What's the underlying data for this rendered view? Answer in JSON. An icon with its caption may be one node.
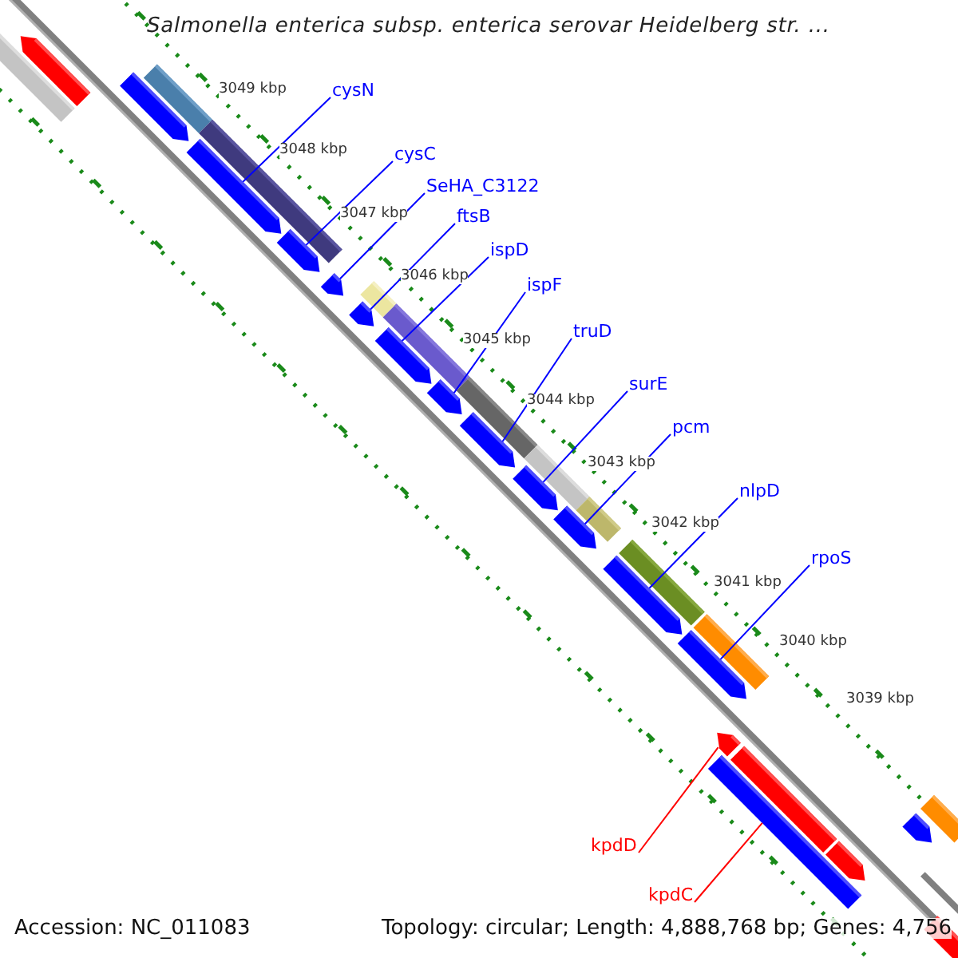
{
  "diagram": {
    "title": "Salmonella enterica subsp. enterica serovar Heidelberg str. ...",
    "nodes": [
      {
        "text": [
          "cysN"
        ]
      },
      {
        "text": [
          "cysC"
        ]
      },
      {
        "text": [
          "SeHA_C3122"
        ]
      },
      {
        "text": [
          "ftsB"
        ]
      },
      {
        "text": [
          "ispD"
        ]
      },
      {
        "text": [
          "ispF"
        ]
      },
      {
        "text": [
          "truD"
        ]
      },
      {
        "text": [
          "surE"
        ]
      },
      {
        "text": [
          "pcm"
        ]
      },
      {
        "text": [
          "nlpD"
        ]
      },
      {
        "text": [
          "rpoS"
        ]
      },
      {
        "text": [
          "kpdD"
        ]
      },
      {
        "text": [
          "kpdC"
        ]
      },
      {
        "text": [],
        "shape": "bar"
      },
      {
        "text": [],
        "shape": "bar"
      },
      {
        "text": [],
        "shape": "bar"
      },
      {
        "text": [],
        "shape": "bar"
      },
      {
        "text": [],
        "shape": "bar"
      },
      {
        "text": [],
        "shape": "bar"
      },
      {
        "text": [],
        "shape": "bar"
      },
      {
        "text": [],
        "shape": "bar"
      },
      {
        "text": [],
        "shape": "bar"
      },
      {
        "text": [],
        "shape": "bar"
      },
      {
        "text": [],
        "shape": "bar"
      },
      {
        "text": [],
        "shape": "bar"
      },
      {
        "text": [],
        "shape": "bar"
      },
      {
        "text": [],
        "shape": "bar"
      },
      {
        "text": [],
        "shape": "bar"
      },
      {
        "text": [],
        "shape": "bar"
      },
      {
        "text": [],
        "shape": "bar"
      },
      {
        "text": [],
        "shape": "bar"
      }
    ],
    "edges": [
      {
        "from": 0,
        "to": 15,
        "arrow": "none"
      },
      {
        "from": 1,
        "to": 16,
        "arrow": "none"
      },
      {
        "from": 2,
        "to": 17,
        "arrow": "none"
      },
      {
        "from": 3,
        "to": 18,
        "arrow": "none"
      },
      {
        "from": 4,
        "to": 19,
        "arrow": "none"
      },
      {
        "from": 5,
        "to": 20,
        "arrow": "none"
      },
      {
        "from": 6,
        "to": 21,
        "arrow": "none"
      },
      {
        "from": 7,
        "to": 22,
        "arrow": "none"
      },
      {
        "from": 8,
        "to": 23,
        "arrow": "none"
      },
      {
        "from": 9,
        "to": 24,
        "arrow": "none"
      },
      {
        "from": 10,
        "to": 25,
        "arrow": "none"
      },
      {
        "from": 11,
        "to": 26,
        "arrow": "none",
        "color": "#ff0000"
      },
      {
        "from": 12,
        "to": 27,
        "arrow": "none",
        "color": "#ff0000"
      }
    ],
    "labels": [
      "3049 kbp",
      "3048 kbp",
      "3047 kbp",
      "3046 kbp",
      "3045 kbp",
      "3044 kbp",
      "3043 kbp",
      "3042 kbp",
      "3041 kbp",
      "3040 kbp",
      "3039 kbp",
      "Accession: NC_011083",
      "Topology: circular; Length: 4,888,768 bp; Genes: 4,756"
    ]
  }
}
